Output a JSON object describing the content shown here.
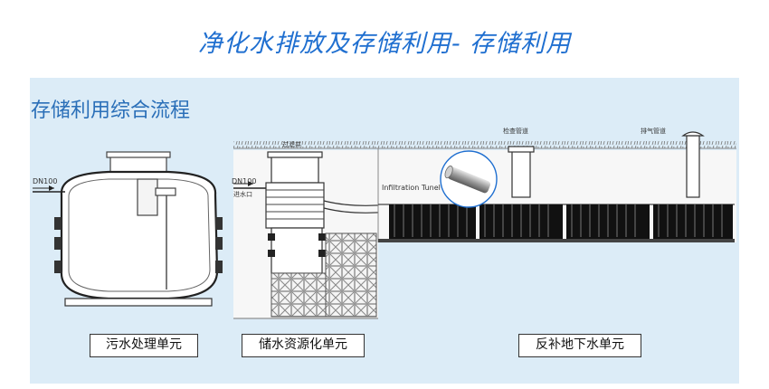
{
  "page": {
    "title": "净化水排放及存储利用- 存储利用",
    "subtitle": "存储利用综合流程"
  },
  "diagram": {
    "labels": {
      "dn100_left": "DN100",
      "dn100_mid": "DN100",
      "inlet": "进水口",
      "filter_well": "过滤井",
      "inspection_pipe": "检查管道",
      "exhaust_pipe": "排气管道",
      "infiltration": "Infiltration Tunel"
    },
    "units": [
      {
        "label": "污水处理单元"
      },
      {
        "label": "储水资源化单元"
      },
      {
        "label": "反补地下水单元"
      }
    ],
    "colors": {
      "title": "#1f6fd0",
      "panel": "#dcecf7",
      "tunnel": "#111111"
    }
  }
}
